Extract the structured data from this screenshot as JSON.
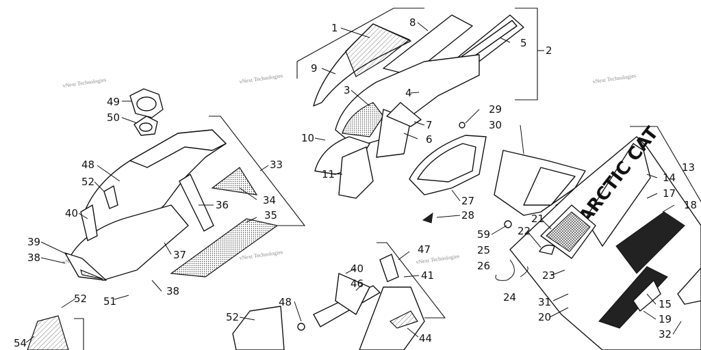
{
  "brand_text": "ARCTIC CAT",
  "watermark": "vNext Technologies",
  "callouts": [
    "1",
    "2",
    "3",
    "4",
    "5",
    "6",
    "7",
    "8",
    "9",
    "10",
    "11",
    "13",
    "14",
    "15",
    "17",
    "18",
    "19",
    "20",
    "21",
    "22",
    "23",
    "24",
    "25",
    "26",
    "27",
    "28",
    "29",
    "30",
    "31",
    "32",
    "33",
    "34",
    "35",
    "36",
    "37",
    "38",
    "38",
    "39",
    "40",
    "40",
    "41",
    "44",
    "46",
    "47",
    "48",
    "48",
    "49",
    "50",
    "51",
    "52",
    "52",
    "52",
    "54",
    "59"
  ]
}
